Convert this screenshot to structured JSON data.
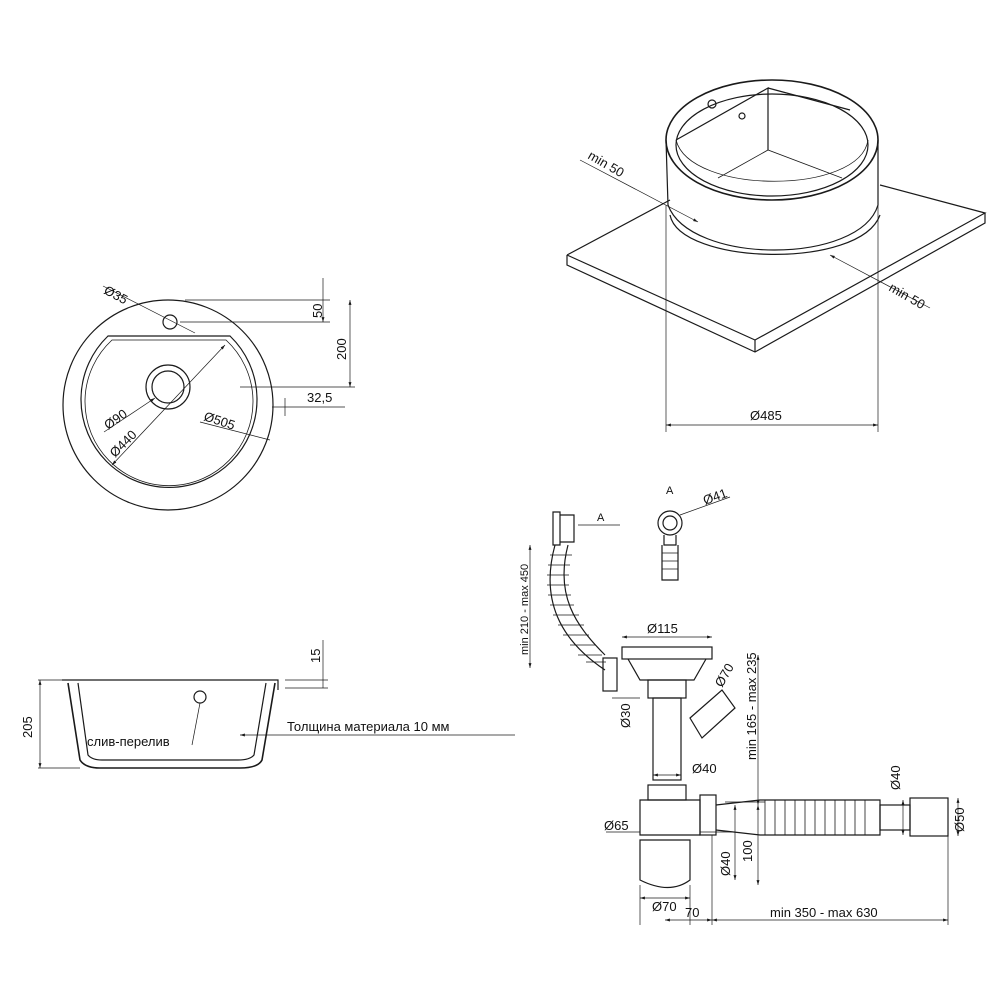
{
  "top_view": {
    "d35": "Ø35",
    "d50": "50",
    "d200": "200",
    "d90": "Ø90",
    "d32_5": "32,5",
    "d440": "Ø440",
    "d505": "Ø505"
  },
  "iso_view": {
    "min50_a": "min 50",
    "min50_b": "min 50",
    "d485": "Ø485"
  },
  "section_view": {
    "d15": "15",
    "d205": "205",
    "overflow_label": "слив-перелив",
    "thickness_label": "Толщина материала 10 мм"
  },
  "siphon": {
    "a_left": "A",
    "a_top": "A",
    "d41": "Ø41",
    "hose_range": "min 210 - max 450",
    "d115": "Ø115",
    "d30": "Ø30",
    "d40_upper": "Ø40",
    "d70_side": "Ø70",
    "height_range": "min 165 - max 235",
    "d40_pipe": "Ø40",
    "d50": "Ø50",
    "d65": "Ø65",
    "d40_lower": "Ø40",
    "d100": "100",
    "d70_bottom": "Ø70",
    "d70_width": "70",
    "length_range": "min 350 - max 630"
  }
}
